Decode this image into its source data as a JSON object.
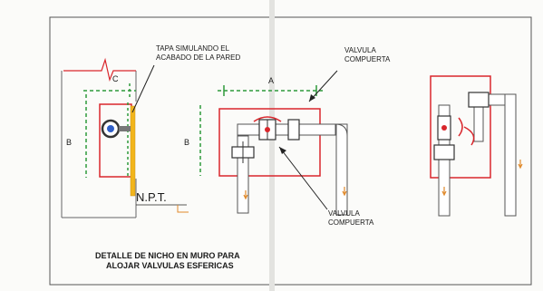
{
  "labels": {
    "tapa_line1": "TAPA SIMULANDO EL",
    "tapa_line2": "ACABADO DE LA PARED",
    "valvula_top_line1": "VALVULA",
    "valvula_top_line2": "COMPUERTA",
    "valvula_bottom_line1": "VALVULA",
    "valvula_bottom_line2": "COMPUERTA",
    "dim_c": "C",
    "dim_a": "A",
    "dim_b_left": "B",
    "dim_b_mid": "B",
    "npt": "N.P.T.",
    "title_line1": "DETALLE DE NICHO EN MURO PARA",
    "title_line2": "ALOJAR VALVULAS ESFERICAS"
  },
  "colors": {
    "niche": "#d9262c",
    "dimension": "#2e9a3a",
    "cover": "#f2b51b",
    "pipe": "#4a4a4a",
    "flow": "#e08a2c"
  }
}
